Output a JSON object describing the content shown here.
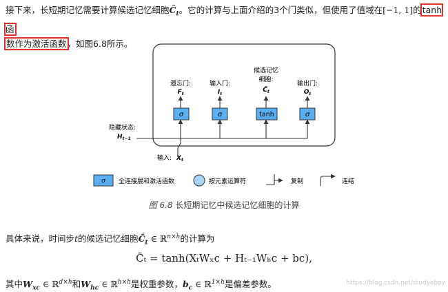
{
  "para1": {
    "t1": "接下来，长短期记忆需要计算候选记忆细胞",
    "sym": "C̃",
    "sub": "t",
    "t2": "。它的计算与上面介绍的3个门类似，但使用了值域在",
    "interval": "[−1, 1]",
    "t3": "的",
    "hl1": "tanh函",
    "hl2": "数作为激活函数",
    "t4": "，如图6.8所示。"
  },
  "figure": {
    "gates": [
      {
        "label": "遗忘门:",
        "sym": "F",
        "sub": "t",
        "op": "σ"
      },
      {
        "label": "输入门:",
        "sym": "I",
        "sub": "t",
        "op": "σ"
      },
      {
        "label": "候选记忆",
        "label2": "细胞:",
        "sym": "C̃",
        "sub": "t",
        "op": "tanh"
      },
      {
        "label": "输出门:",
        "sym": "O",
        "sub": "t",
        "op": "σ"
      }
    ],
    "hidden_label": "隐藏状态:",
    "hidden_sym": "H",
    "hidden_sub": "t−1",
    "input_label": "输入:",
    "input_sym": "X",
    "input_sub": "t",
    "legend": {
      "sigma": "σ",
      "fc_label": "全连接层和激活函数",
      "elem_label": "按元素运算符",
      "copy_label": "复制",
      "concat_label": "连结"
    },
    "colors": {
      "box_fill": "#5aaff0",
      "circle_fill": "#a8d4f5",
      "stroke": "#333333"
    }
  },
  "caption": {
    "num": "图 6.8",
    "text": " 长短期记忆中候选记忆细胞的计算"
  },
  "para2": {
    "t1": "具体来说，时间步",
    "t": "t",
    "t2": "的候选记忆细胞",
    "sym": "C̃",
    "sub": "t",
    "space": "ℝ",
    "sup": "n×h",
    "t3": "的计算为"
  },
  "formula": "C̃ₜ = tanh(XₜWₓc + Hₜ₋₁Wₕc + bc),",
  "para3": {
    "t1": "其中",
    "w1": "W",
    "w1sub": "xc",
    "s1": "ℝ",
    "s1sup": "d×h",
    "t2": "和",
    "w2": "W",
    "w2sub": "hc",
    "s2": "ℝ",
    "s2sup": "h×h",
    "t3": "是权重参数，",
    "b": "b",
    "bsub": "c",
    "s3": "ℝ",
    "s3sup": "1×h",
    "t4": "是偏差参数。"
  },
  "watermark": "https://blog.csdn.net/studyeboy"
}
